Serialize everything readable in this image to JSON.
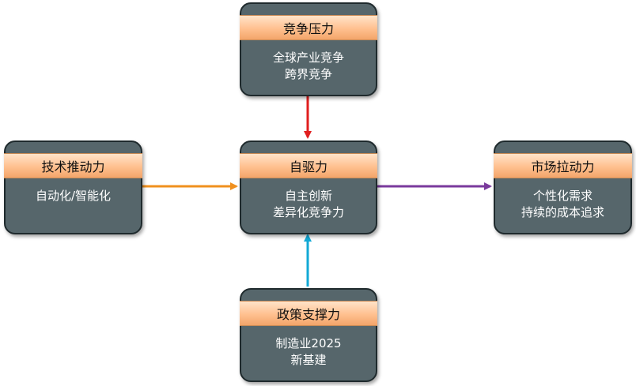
{
  "nodes": {
    "top": {
      "title": "竞争压力",
      "lines": [
        "全球产业竞争",
        "跨界竞争"
      ]
    },
    "left": {
      "title": "技术推动力",
      "lines": [
        "自动化/智能化"
      ]
    },
    "center": {
      "title": "自驱力",
      "lines": [
        "自主创新",
        "差异化竞争力"
      ]
    },
    "right": {
      "title": "市场拉动力",
      "lines": [
        "个性化需求",
        "持续的成本追求"
      ]
    },
    "bottom": {
      "title": "政策支撑力",
      "lines": [
        "制造业2025",
        "新基建"
      ]
    }
  },
  "colors": {
    "box_fill": "#56666b",
    "header_fill": "#ffc08f",
    "arrow_top": "#e01e1e",
    "arrow_left": "#f0901e",
    "arrow_right": "#7a3a9c",
    "arrow_bottom": "#12a9d6"
  }
}
